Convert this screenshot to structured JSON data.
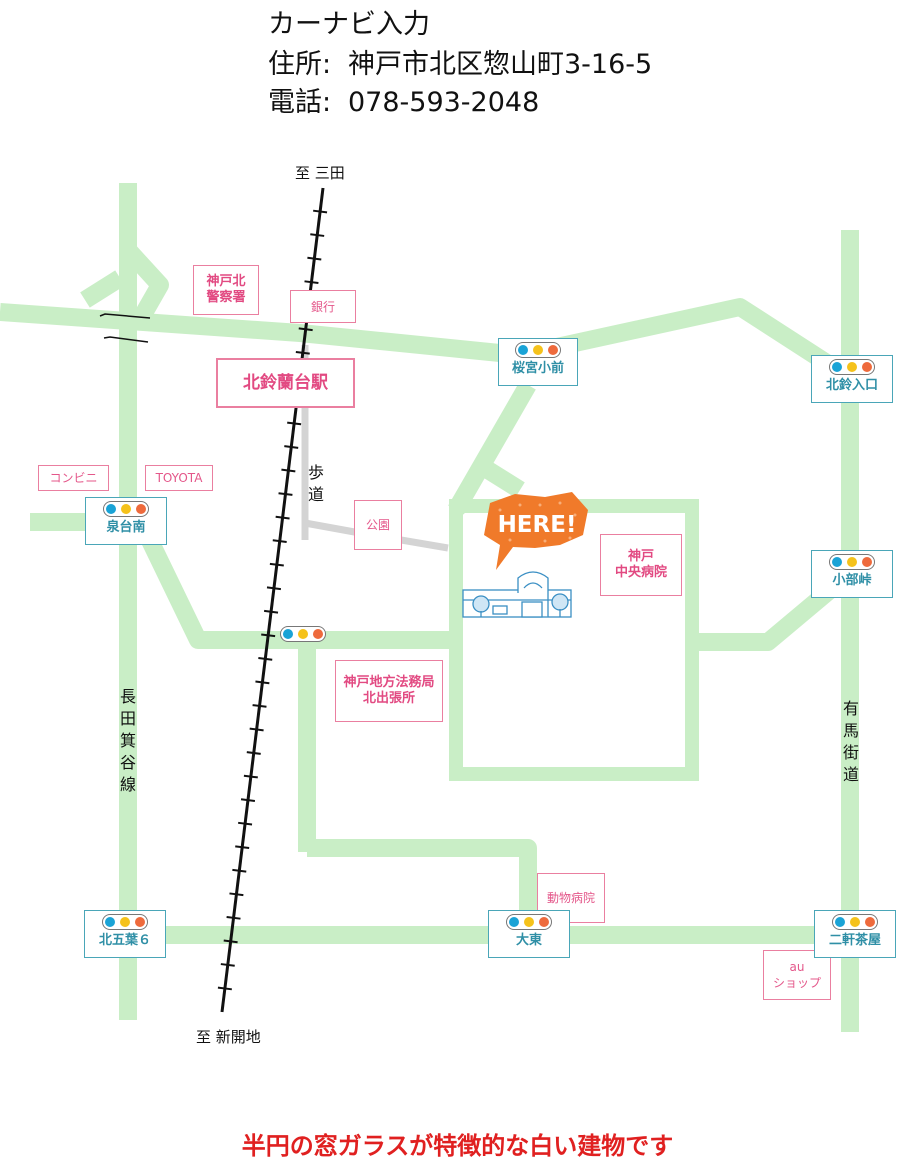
{
  "header": {
    "line1": "カーナビ入力",
    "address_label": "住所:",
    "address_value": "神戸市北区惣山町3-16-5",
    "phone_label": "電話:",
    "phone_value": "078-593-2048"
  },
  "map": {
    "railway": {
      "to_north": "至 三田",
      "to_south": "至 新開地"
    },
    "roads": {
      "naga_label": "長田箕谷線",
      "arima_label": "有馬街道",
      "walkway_label": "歩道"
    },
    "landmarks": {
      "police": "神戸北\n警察署",
      "bank": "銀行",
      "station": "北鈴蘭台駅",
      "convenience": "コンビニ",
      "toyota": "TOYOTA",
      "park": "公園",
      "hospital": "神戸\n中央病院",
      "legal_office": "神戸地方法務局\n北出張所",
      "animal_hospital": "動物病院",
      "au_shop": "au\nショップ"
    },
    "signals": {
      "sakuramiya": "桜宮小前",
      "kitasuzu": "北鈴入口",
      "izumidai": "泉台南",
      "kobe_toge": "小部峠",
      "kitagoyo": "北五葉６",
      "daito": "大東",
      "niken": "二軒茶屋"
    },
    "marker": {
      "label": "HERE!",
      "color": "#f07a2a"
    },
    "colors": {
      "road": "#c9eec6",
      "walkway": "#d4d4d4",
      "landmark": "#e4578a",
      "signal": "#2f8fa6"
    }
  },
  "footer": {
    "note": "半円の窓ガラスが特徴的な白い建物です"
  }
}
